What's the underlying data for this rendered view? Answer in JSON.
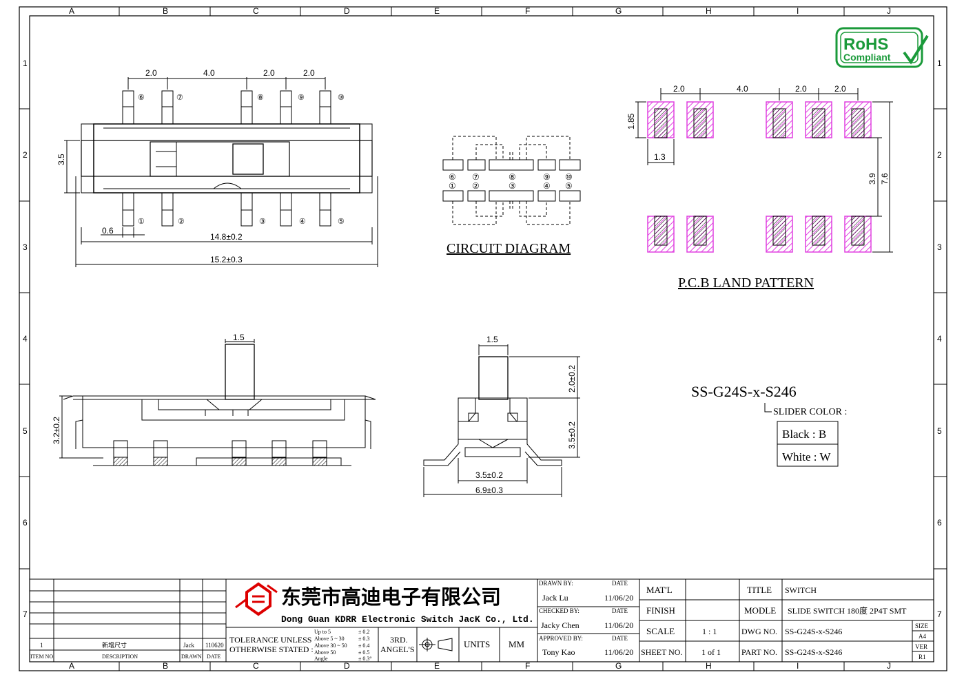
{
  "frame": {
    "col_labels": [
      "A",
      "B",
      "C",
      "D",
      "E",
      "F",
      "G",
      "H",
      "I",
      "J"
    ],
    "row_labels": [
      "1",
      "2",
      "3",
      "4",
      "5",
      "6",
      "7"
    ]
  },
  "badge": {
    "line1": "RoHS",
    "line2": "Compliant",
    "color": "#1a9a3a"
  },
  "top_view": {
    "dims_top": [
      "2.0",
      "4.0",
      "2.0",
      "2.0"
    ],
    "height": "3.5",
    "pin_pitch_small": "0.6",
    "body_len": "14.8±0.2",
    "total_len": "15.2±0.3",
    "pins_top": [
      "⑥",
      "⑦",
      "⑧",
      "⑨",
      "⑩"
    ],
    "pins_bottom": [
      "①",
      "②",
      "③",
      "④",
      "⑤"
    ]
  },
  "circuit": {
    "title": "CIRCUIT DIAGRAM",
    "top_labels": [
      "⑥",
      "⑦",
      "⑧",
      "⑨",
      "⑩"
    ],
    "bottom_labels": [
      "①",
      "②",
      "③",
      "④",
      "⑤"
    ]
  },
  "pcb": {
    "title": "P.C.B LAND PATTERN",
    "dims_top": [
      "2.0",
      "4.0",
      "2.0",
      "2.0"
    ],
    "pad_h": "1.85",
    "pad_w": "1.3",
    "inner": "3.9",
    "outer": "7.6",
    "pad_color": "#e040e0"
  },
  "side_view": {
    "knob": "1.5",
    "height": "3.2±0.2"
  },
  "end_view": {
    "knob": "1.5",
    "knob_h": "2.0±0.2",
    "body_h": "3.5±0.2",
    "body_w": "3.5±0.2",
    "total_w": "6.9±0.3"
  },
  "part": {
    "code": "SS-G24S-x-S246",
    "slider_label": "SLIDER COLOR :",
    "colors": [
      "Black : B",
      "White : W"
    ]
  },
  "titleblock": {
    "revision_row": {
      "item": "1",
      "desc": "新增尺寸",
      "drawn": "Jack",
      "date": "110620"
    },
    "headers": {
      "item": "ITEM NO.",
      "desc": "DESCRIPTION",
      "drawn": "DRAWN",
      "date": "DATE"
    },
    "company_cn": "东莞市高迪电子有限公司",
    "company_en": "Dong Guan KDRR  Electronic Switch JacK Co., Ltd.",
    "tolerance": "TOLERANCE UNLESS",
    "tolerance2": "OTHERWISE STATED :",
    "tol_rows": [
      {
        "k": "Up to 5",
        "v": "± 0.2"
      },
      {
        "k": "Above 5  ~ 30",
        "v": "± 0.3"
      },
      {
        "k": "Above 30 ~ 50",
        "v": "± 0.4"
      },
      {
        "k": "Above 50",
        "v": "± 0.5"
      },
      {
        "k": "Angle",
        "v": "± 0.3°"
      }
    ],
    "angle1": "3RD.",
    "angle2": "ANGEL'S",
    "units_label": "UNITS",
    "units_value": "MM",
    "drawn_by": "DRAWN BY:",
    "drawn_name": "Jack  Lu",
    "drawn_date": "11/06/20",
    "checked_by": "CHECKED BY:",
    "checked_name": "Jacky Chen",
    "checked_date": "11/06/20",
    "approved_by": "APPROVED BY:",
    "approved_name": "Tony Kao",
    "approved_date": "11/06/20",
    "date_label": "DATE",
    "matl": "MAT'L",
    "finish": "FINISH",
    "scale": "SCALE",
    "scale_val": "1 : 1",
    "sheet": "SHEET NO.",
    "sheet_val": "1 of 1",
    "title_label": "TITLE",
    "title_val": "SWITCH",
    "model_label": "MODLE",
    "model_val": "SLIDE SWITCH 180度 2P4T SMT",
    "dwg_label": "DWG NO.",
    "dwg_val": "SS-G24S-x-S246",
    "part_label": "PART NO.",
    "part_val": "SS-G24S-x-S246",
    "size_label": "SIZE",
    "size_val": "A4",
    "ver_label": "VER",
    "ver_val": "R1"
  }
}
